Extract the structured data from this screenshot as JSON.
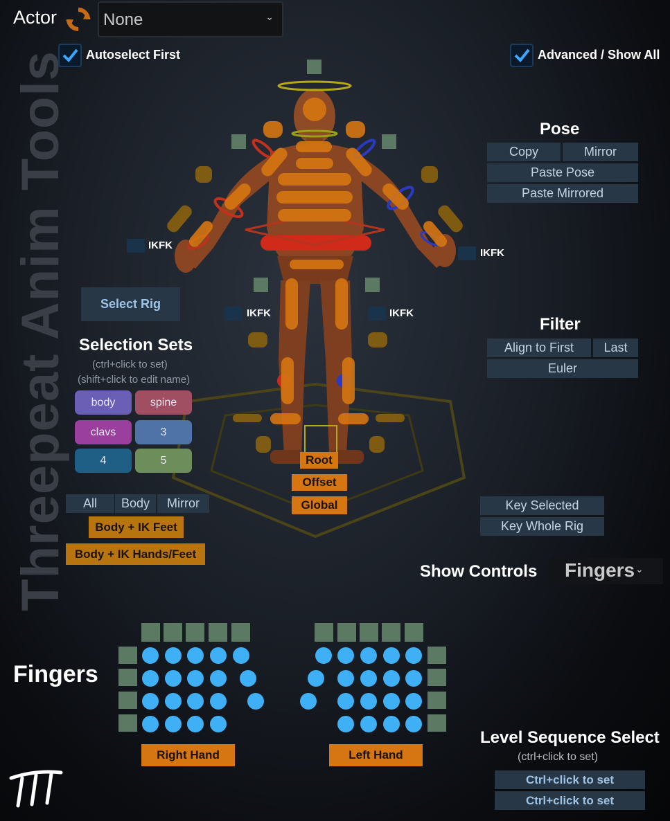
{
  "header": {
    "actor_label": "Actor",
    "actor_value": "None",
    "refresh_icon": "refresh-icon"
  },
  "checkboxes": {
    "autoselect_first": {
      "label": "Autoselect First",
      "checked": true
    },
    "advanced_show_all": {
      "label": "Advanced / Show All",
      "checked": true
    }
  },
  "vertical_title": "Threepeat Anim Tools",
  "pose": {
    "title": "Pose",
    "copy": "Copy",
    "mirror": "Mirror",
    "paste_pose": "Paste Pose",
    "paste_mirrored": "Paste Mirrored"
  },
  "filter": {
    "title": "Filter",
    "align_to_first": "Align to First",
    "last": "Last",
    "euler": "Euler"
  },
  "rig": {
    "select_rig": "Select Rig",
    "ikfk_label": "IKFK",
    "root": "Root",
    "offset": "Offset",
    "global": "Global"
  },
  "selection_sets": {
    "title": "Selection Sets",
    "hint1": "(ctrl+click to set)",
    "hint2": "(shift+click to edit name)",
    "sets": [
      {
        "label": "body",
        "color": "#6a5fb5"
      },
      {
        "label": "spine",
        "color": "#a04f62"
      },
      {
        "label": "clavs",
        "color": "#9b3f9e"
      },
      {
        "label": "3",
        "color": "#4f73a6"
      },
      {
        "label": "4",
        "color": "#1f5f86"
      },
      {
        "label": "5",
        "color": "#6d8d5a"
      }
    ],
    "all": "All",
    "body": "Body",
    "mirror": "Mirror",
    "body_ik_feet": "Body + IK Feet",
    "body_ik_hands_feet": "Body + IK Hands/Feet"
  },
  "keys": {
    "key_selected": "Key Selected",
    "key_whole_rig": "Key Whole Rig"
  },
  "show_controls": {
    "label": "Show Controls",
    "value": "Fingers"
  },
  "fingers": {
    "title": "Fingers",
    "right_hand": "Right Hand",
    "left_hand": "Left Hand"
  },
  "level_sequence": {
    "title": "Level Sequence Select",
    "hint": "(ctrl+click to set)",
    "slot1": "Ctrl+click to set",
    "slot2": "Ctrl+click to set"
  },
  "logo_text": "TTT",
  "colors": {
    "accent_orange": "#d57612",
    "button_bg": "#283746",
    "finger_dot": "#3fb0f5",
    "pick_square": "#5c7a63"
  }
}
